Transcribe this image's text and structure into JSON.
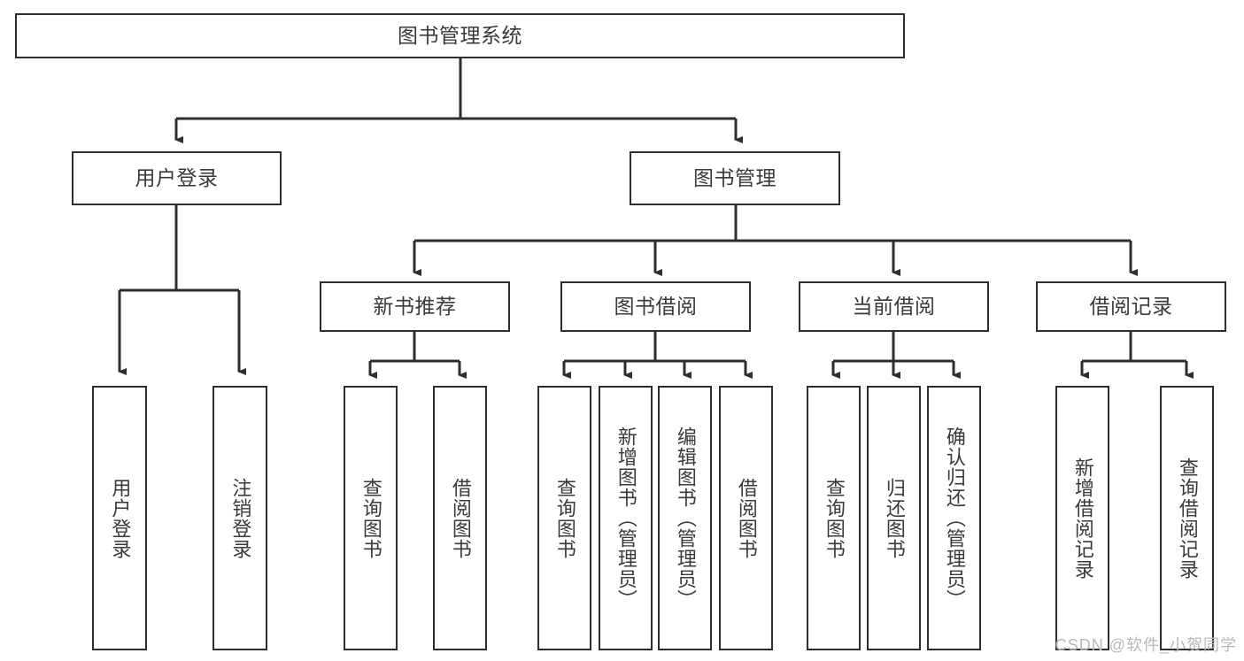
{
  "diagram": {
    "title": "图书管理系统",
    "type": "functional-decomposition-tree",
    "watermark": "CSDN @软件_小贺同学",
    "colors": {
      "box_border": "#2e2e2e",
      "box_fill": "#ffffff",
      "text": "#3a3a3a",
      "edge": "#2e2e2e",
      "watermark": "#b9b9b9"
    },
    "nodes": {
      "root": {
        "label": "图书管理系统"
      },
      "level2": [
        {
          "id": "user-login",
          "label": "用户登录"
        },
        {
          "id": "book-management",
          "label": "图书管理"
        }
      ],
      "level3": [
        {
          "id": "new-book-recommend",
          "label": "新书推荐"
        },
        {
          "id": "book-borrow",
          "label": "图书借阅"
        },
        {
          "id": "current-borrow",
          "label": "当前借阅"
        },
        {
          "id": "borrow-record",
          "label": "借阅记录"
        }
      ],
      "leaves": {
        "user_login": [
          {
            "id": "leaf-user-login",
            "label": "用户登录"
          },
          {
            "id": "leaf-logout-login",
            "label": "注销登录"
          }
        ],
        "new_book_recommend": [
          {
            "id": "leaf-query-book-1",
            "label": "查询图书"
          },
          {
            "id": "leaf-borrow-book-1",
            "label": "借阅图书"
          }
        ],
        "book_borrow": [
          {
            "id": "leaf-query-book-2",
            "label": "查询图书"
          },
          {
            "id": "leaf-add-book",
            "label": "新增图书（管理员）"
          },
          {
            "id": "leaf-edit-book",
            "label": "编辑图书（管理员）"
          },
          {
            "id": "leaf-borrow-book-2",
            "label": "借阅图书"
          }
        ],
        "current_borrow": [
          {
            "id": "leaf-query-book-3",
            "label": "查询图书"
          },
          {
            "id": "leaf-return-book",
            "label": "归还图书"
          },
          {
            "id": "leaf-confirm-return",
            "label": "确认归还（管理员）"
          }
        ],
        "borrow_record": [
          {
            "id": "leaf-add-record",
            "label": "新增借阅记录"
          },
          {
            "id": "leaf-query-record",
            "label": "查询借阅记录"
          }
        ]
      }
    }
  }
}
